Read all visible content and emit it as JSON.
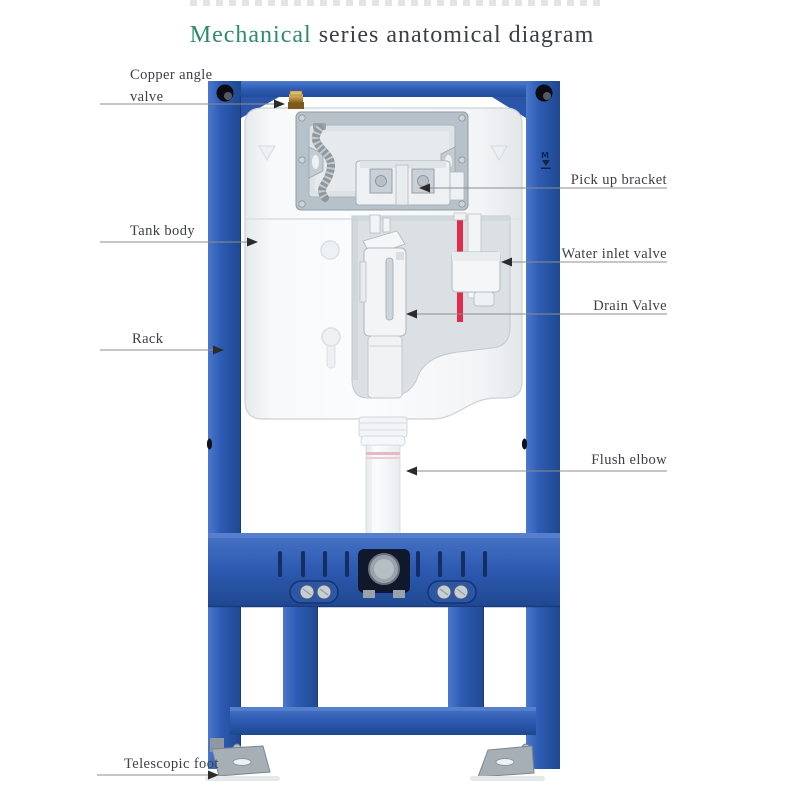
{
  "page": {
    "title": {
      "highlight": "Mechanical",
      "rest": " series anatomical diagram"
    }
  },
  "labels": {
    "left": [
      {
        "id": "copper-angle-valve",
        "text": "Copper angle valve",
        "line1": "Copper angle",
        "line2": "valve"
      },
      {
        "id": "tank-body",
        "text": "Tank body"
      },
      {
        "id": "rack",
        "text": "Rack"
      },
      {
        "id": "telescopic-foot",
        "text": "Telescopic foot"
      }
    ],
    "right": [
      {
        "id": "pick-up-bracket",
        "text": "Pick up bracket"
      },
      {
        "id": "water-inlet-valve",
        "text": "Water inlet valve"
      },
      {
        "id": "drain-valve",
        "text": "Drain Valve"
      },
      {
        "id": "flush-elbow",
        "text": "Flush elbow"
      }
    ]
  },
  "brand_mark": {
    "glyph": "M"
  },
  "colors": {
    "frame_blue": "#2e5cb5",
    "frame_blue_dark": "#1f4890",
    "title_green": "#2f8b6e",
    "title_dark": "#3b4046",
    "label_text": "#3b4046",
    "tank_white": "#f7f9fa",
    "window_gray": "#b6c1c9",
    "red_rod": "#e22a4c",
    "copper": "#b98a38",
    "foot_gray": "#a6afb6"
  }
}
